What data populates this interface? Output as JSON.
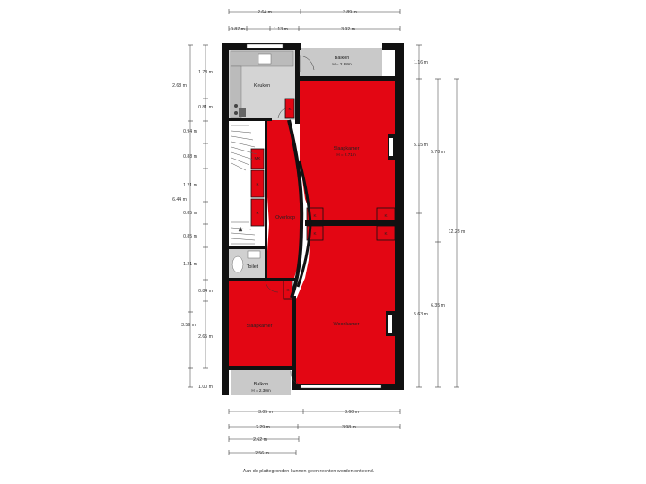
{
  "colors": {
    "room_red": "#e30613",
    "wall": "#111111",
    "floor_gray": "#cfcfcf",
    "balcony_gray": "#c9c9c9"
  },
  "rooms": {
    "balkon_top": {
      "label": "Balkon",
      "sub": "H = 2.88m"
    },
    "keuken": {
      "label": "Keuken"
    },
    "slaapkamer_top": {
      "label": "Slaapkamer",
      "sub": "H = 2.71m"
    },
    "overloop": {
      "label": "Overloop"
    },
    "toilet": {
      "label": "Toilet"
    },
    "slaapkamer_bottom": {
      "label": "Slaapkamer"
    },
    "woonkamer": {
      "label": "Woonkamer"
    },
    "balkon_bottom": {
      "label": "Balkon",
      "sub": "H = 2.30m"
    },
    "closets": {
      "mk": "MK",
      "k": "K"
    }
  },
  "dims": {
    "top_row1": [
      "2.64 m",
      "3.89 m"
    ],
    "top_row2": [
      "0.87 m",
      "1.13 m",
      "3.92 m"
    ],
    "left_outer": [
      "2.68 m",
      "6.44 m",
      "2.65 m",
      "1.00 m"
    ],
    "left_inner": [
      "1.78 m",
      "0.81 m",
      "0.94 m",
      "0.88 m",
      "1.21 m",
      "0.85 m",
      "0.85 m",
      "1.21 m",
      "0.84 m",
      "3.59 m"
    ],
    "right_col1": [
      "1.16 m",
      "5.15 m",
      "5.63 m"
    ],
    "right_col2": [
      "5.78 m",
      "6.35 m"
    ],
    "right_total": "12.23 m",
    "bottom_row1": [
      "3.05 m",
      "3.60 m"
    ],
    "bottom_row2": [
      "2.29 m",
      "3.98 m"
    ],
    "bottom_row3": "2.62 m",
    "bottom_row4": "2.56 m"
  },
  "disclaimer": "Aan de plattegronden kunnen geen rechten worden ontleend."
}
